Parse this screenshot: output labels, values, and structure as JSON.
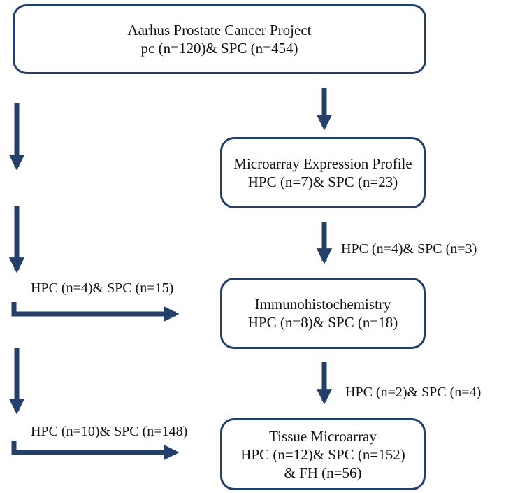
{
  "boxes": {
    "project": {
      "line1": "Aarhus Prostate Cancer Project",
      "line2": "pc (n=120)& SPC (n=454)"
    },
    "microarray": {
      "line1": "Microarray Expression Profile",
      "line2": "HPC (n=7)& SPC (n=23)"
    },
    "ihc": {
      "line1": "Immunohistochemistry",
      "line2": "HPC (n=8)& SPC (n=18)"
    },
    "tma": {
      "line1": "Tissue Microarray",
      "line2": "HPC (n=12)& SPC (n=152)",
      "line3": "& FH (n=56)"
    }
  },
  "edge_labels": {
    "micro_to_ihc": "HPC (n=4)& SPC (n=3)",
    "left_to_ihc": "HPC (n=4)& SPC (n=15)",
    "ihc_to_tma": "HPC (n=2)& SPC (n=4)",
    "left_to_tma": "HPC (n=10)& SPC (n=148)"
  },
  "colors": {
    "arrow": "#24406a",
    "box_border": "#24406a"
  }
}
